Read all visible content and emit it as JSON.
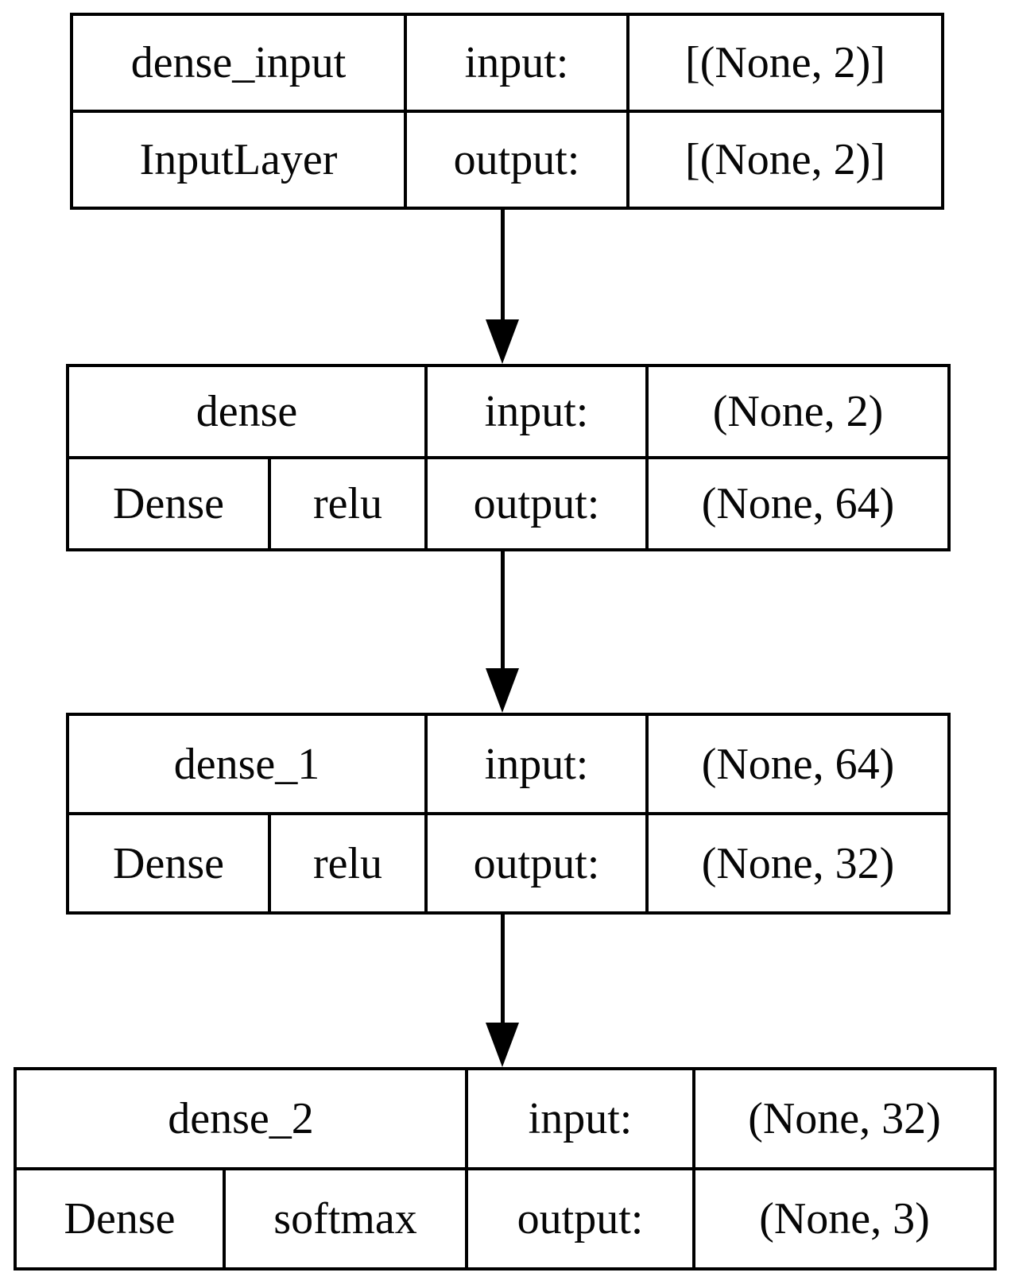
{
  "diagram": {
    "type": "keras-model-plot",
    "background_color": "#ffffff",
    "line_color": "#000000",
    "text_color": "#060606",
    "nodes": [
      {
        "name": "dense_input",
        "layer_class": "InputLayer",
        "activation": "",
        "input_label": "input:",
        "output_label": "output:",
        "input_shape": "[(None, 2)]",
        "output_shape": "[(None, 2)]"
      },
      {
        "name": "dense",
        "layer_class": "Dense",
        "activation": "relu",
        "input_label": "input:",
        "output_label": "output:",
        "input_shape": "(None, 2)",
        "output_shape": "(None, 64)"
      },
      {
        "name": "dense_1",
        "layer_class": "Dense",
        "activation": "relu",
        "input_label": "input:",
        "output_label": "output:",
        "input_shape": "(None, 64)",
        "output_shape": "(None, 32)"
      },
      {
        "name": "dense_2",
        "layer_class": "Dense",
        "activation": "softmax",
        "input_label": "input:",
        "output_label": "output:",
        "input_shape": "(None, 32)",
        "output_shape": "(None, 3)"
      }
    ],
    "edges": [
      {
        "from": "dense_input",
        "to": "dense"
      },
      {
        "from": "dense",
        "to": "dense_1"
      },
      {
        "from": "dense_1",
        "to": "dense_2"
      }
    ]
  }
}
